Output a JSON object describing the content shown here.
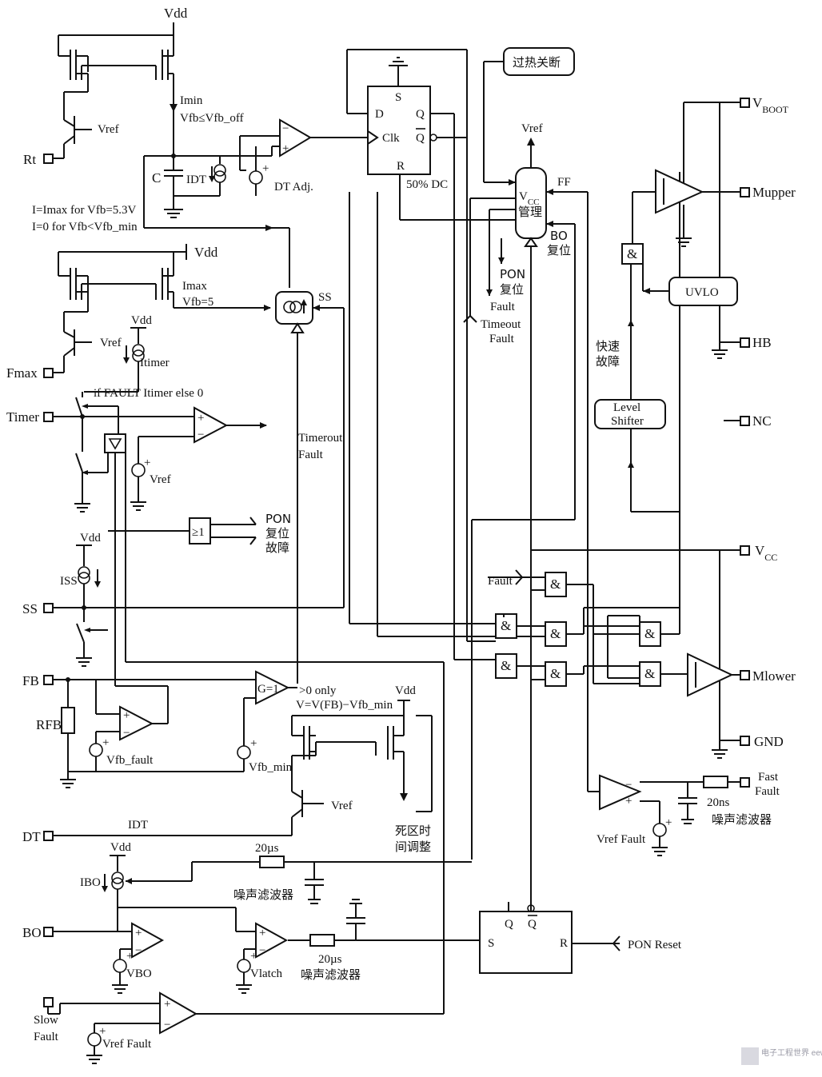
{
  "pins": {
    "rt": "Rt",
    "fmax": "Fmax",
    "timer": "Timer",
    "ss": "SS",
    "fb": "FB",
    "dt": "DT",
    "bo": "BO",
    "slow_fault": "Slow\nFault",
    "vboot": "VBOOT",
    "mupper": "Mupper",
    "hb": "HB",
    "nc": "NC",
    "vcc": "VCC",
    "mlower": "Mlower",
    "gnd": "GND",
    "fast_fault": "Fast\nFault"
  },
  "supplies": {
    "vdd": "Vdd",
    "vref": "Vref"
  },
  "labels": {
    "imin": "Imin",
    "vfb_off": "Vfb≤Vfb_off",
    "c": "C",
    "idt": "IDT",
    "dt_adj": "DT Adj.",
    "i_max_line": "I=Imax for Vfb=5.3V",
    "i_zero_line": "I=0 for Vfb<Vfb_min",
    "imax": "Imax",
    "vfb5": "Vfb=5",
    "itimer": "Itimer",
    "itimer_rule": "if FAULT Itimer else 0",
    "iss": "ISS",
    "rfb": "RFB",
    "vfb_fault": "Vfb_fault",
    "vfb_min": "Vfb_min",
    "gain": "G=1",
    "only_pos": ">0 only",
    "v_eq": "V=V(FB)−Vfb_min",
    "dead_time_adj": "死区时\n间调整",
    "ibo": "IBO",
    "vbo": "VBO",
    "vlatch": "Vlatch",
    "filter_20us": "20µs",
    "noise_filter": "噪声滤波器",
    "filter_20ns": "20ns",
    "vref_fault": "Vref Fault",
    "timeout_fault": "Timerout\nFault",
    "pon_reset_fault": "PON\n复位\n故障",
    "pon_reset_right": "PON\n复位",
    "fault_lbl": "Fault",
    "timeout_fault_right": "Timeout\nFault",
    "bo_reset": "BO\n复位",
    "ff": "FF",
    "duty": "50% DC",
    "fast_fault_cn": "快速\n故障",
    "fault_in": "Fault",
    "pon_reset": "PON Reset",
    "ss_lbl": "SS",
    "and": "&"
  },
  "blocks": {
    "overheat": "过热关断",
    "vcc_mgmt": "VCC\n管理",
    "uvlo": "UVLO",
    "level_shifter": "Level\nShifter",
    "dff": {
      "d": "D",
      "s": "S",
      "q": "Q",
      "qbar": "Q",
      "clk": "Clk",
      "r": "R"
    },
    "sr": {
      "s": "S",
      "q": "Q",
      "qbar": "Q",
      "r": "R"
    }
  },
  "watermark": "电子工程世界 eeworld.com.cn"
}
